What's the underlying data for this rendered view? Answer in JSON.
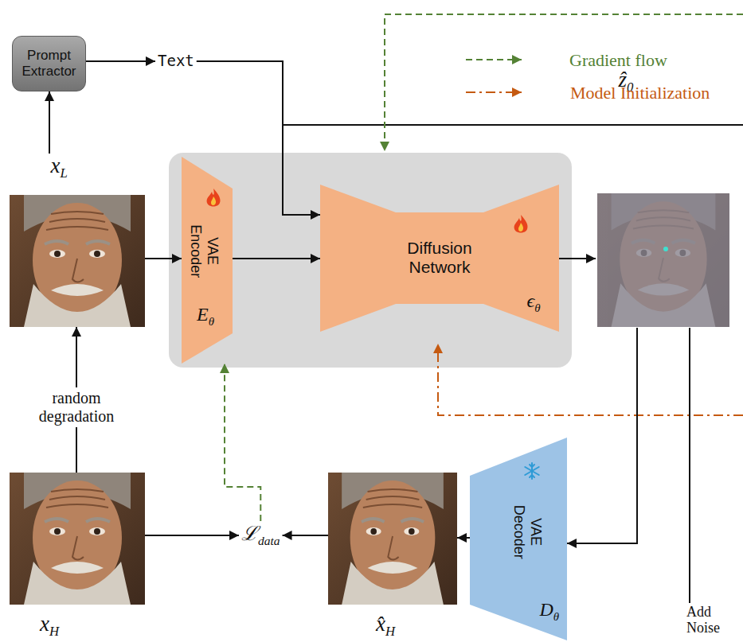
{
  "diagram": {
    "nodes": [
      {
        "text": [
          "Prompt Extractor"
        ]
      },
      {
        "text": [
          "Text"
        ]
      },
      {
        "text": [
          "xL"
        ]
      },
      {
        "text": [
          "VAE Encoder",
          "Eθ"
        ]
      },
      {
        "text": [
          "Diffusion Network",
          "ϵθ"
        ]
      },
      {
        "text": [
          "ẑ0"
        ]
      },
      {
        "text": [
          "xH"
        ]
      },
      {
        "text": [
          "ℒdata"
        ]
      },
      {
        "text": [
          "x̂H"
        ]
      },
      {
        "text": [
          "VAE Decoder",
          "Dθ"
        ]
      },
      {
        "text": [
          "Add Noise"
        ]
      }
    ],
    "edges": [
      {
        "from": 2,
        "to": 0,
        "arrow": "to"
      },
      {
        "from": 0,
        "to": 1,
        "arrow": "to"
      },
      {
        "from": 1,
        "to": 4,
        "arrow": "to"
      },
      {
        "from": 2,
        "to": 3,
        "arrow": "to"
      },
      {
        "from": 3,
        "to": 4,
        "arrow": "to"
      },
      {
        "from": 4,
        "to": 5,
        "arrow": "to"
      },
      {
        "from": 5,
        "to": 9,
        "arrow": "to"
      },
      {
        "from": 9,
        "to": 8,
        "arrow": "to"
      },
      {
        "from": 8,
        "to": 7,
        "arrow": "to"
      },
      {
        "from": 6,
        "to": 7,
        "arrow": "to"
      },
      {
        "from": 7,
        "to": 3,
        "arrow": "to"
      },
      {
        "from": 6,
        "to": 2,
        "label": "random degradation",
        "arrow": "to"
      },
      {
        "from": 5,
        "to": 10,
        "arrow": "none"
      }
    ],
    "legend": [
      {
        "text": "Gradient flow"
      },
      {
        "text": "Model Initialization"
      }
    ]
  }
}
